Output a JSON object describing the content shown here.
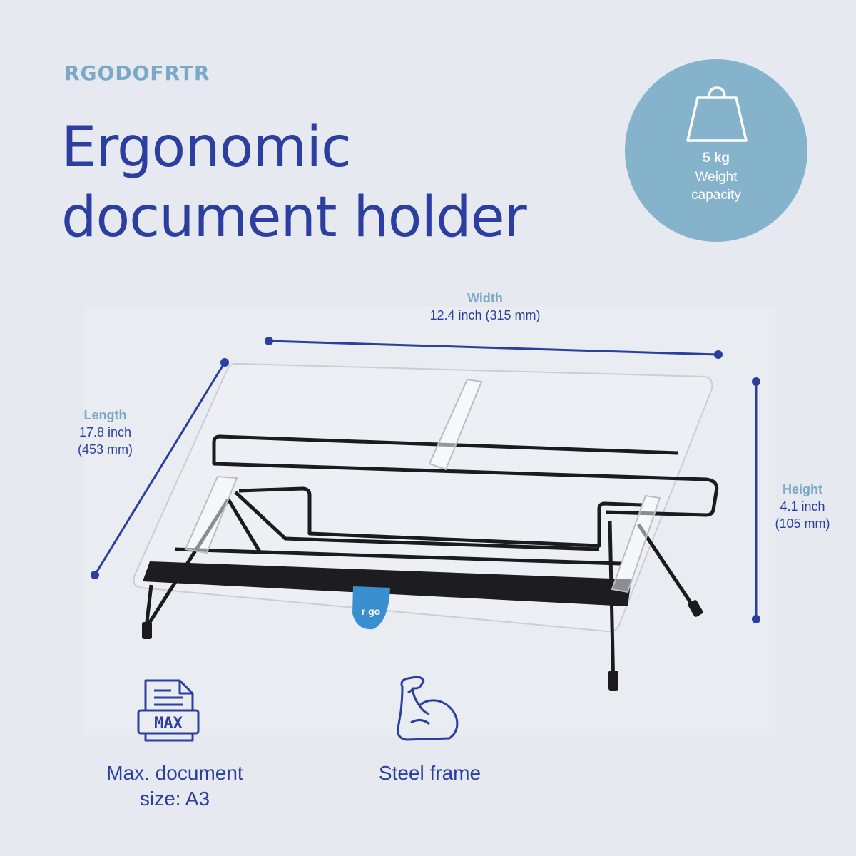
{
  "header": {
    "sku": "RGODOFRTR",
    "title_line1": "Ergonomic",
    "title_line2": "document holder"
  },
  "weight_badge": {
    "icon": "weight-icon",
    "value": "5 kg",
    "label_line1": "Weight",
    "label_line2": "capacity"
  },
  "dimensions": {
    "width": {
      "label": "Width",
      "value": "12.4 inch (315 mm)"
    },
    "length": {
      "label": "Length",
      "value_line1": "17.8 inch",
      "value_line2": "(453 mm)"
    },
    "height": {
      "label": "Height",
      "value_line1": "4.1 inch",
      "value_line2": "(105 mm)"
    }
  },
  "product_image": {
    "logo_text": "r go"
  },
  "features": [
    {
      "icon": "max-document-icon",
      "icon_text": "MAX",
      "text_line1": "Max. document",
      "text_line2": "size: A3"
    },
    {
      "icon": "flexed-arm-icon",
      "text_line1": "Steel frame"
    }
  ],
  "colors": {
    "background": "#e6e9ef",
    "primary_blue": "#2c3fa0",
    "accent_light_blue": "#79a9c6",
    "badge_blue": "#84b3cb",
    "logo_tab_blue": "#3a8fd1"
  }
}
